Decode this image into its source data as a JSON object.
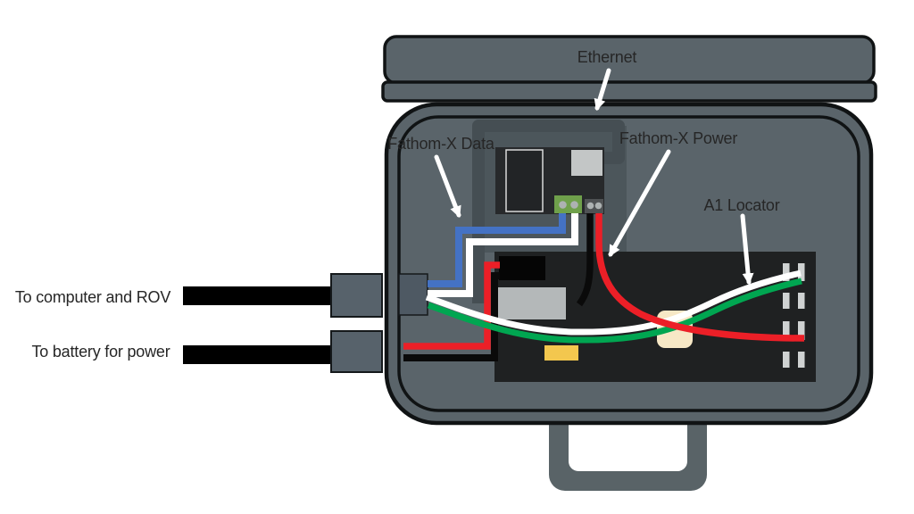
{
  "labels": {
    "ethernet": "Ethernet",
    "fathom_x_data": "Fathom-X Data",
    "fathom_x_power": "Fathom-X Power",
    "a1_locator": "A1 Locator",
    "to_computer": "To computer and ROV",
    "to_battery": "To battery for power"
  },
  "colors": {
    "case_gray": "#5A646A",
    "case_outline": "#101314",
    "handle_gray": "#596367",
    "ethernet_cable": "#454E53",
    "backplate": "#4C565B",
    "fathom_board": "#27292B",
    "a1_board": "#1F2122",
    "component_outline": "#D9D9D9",
    "ethernet_port": "#C3C6C6",
    "terminal_green": "#6FA04B",
    "terminal_dark": "#4F5254",
    "terminal_pin": "#ADB2B2",
    "wire_blue": "#4472C4",
    "wire_white": "#FFFFFF",
    "wire_green": "#00A651",
    "wire_red": "#EC1F27",
    "wire_black": "#0A0A0A",
    "block_black": "#050505",
    "block_gray": "#B4B8B9",
    "pad_yellow": "#F3C74E",
    "pad_cream": "#F7E8C6",
    "pin_gray": "#CFD2D2",
    "connector_outer": "#57626B",
    "connector_inner": "#4E5963",
    "cable_black": "#000000",
    "label_text": "#262626",
    "arrow_white": "#FFFFFF"
  }
}
